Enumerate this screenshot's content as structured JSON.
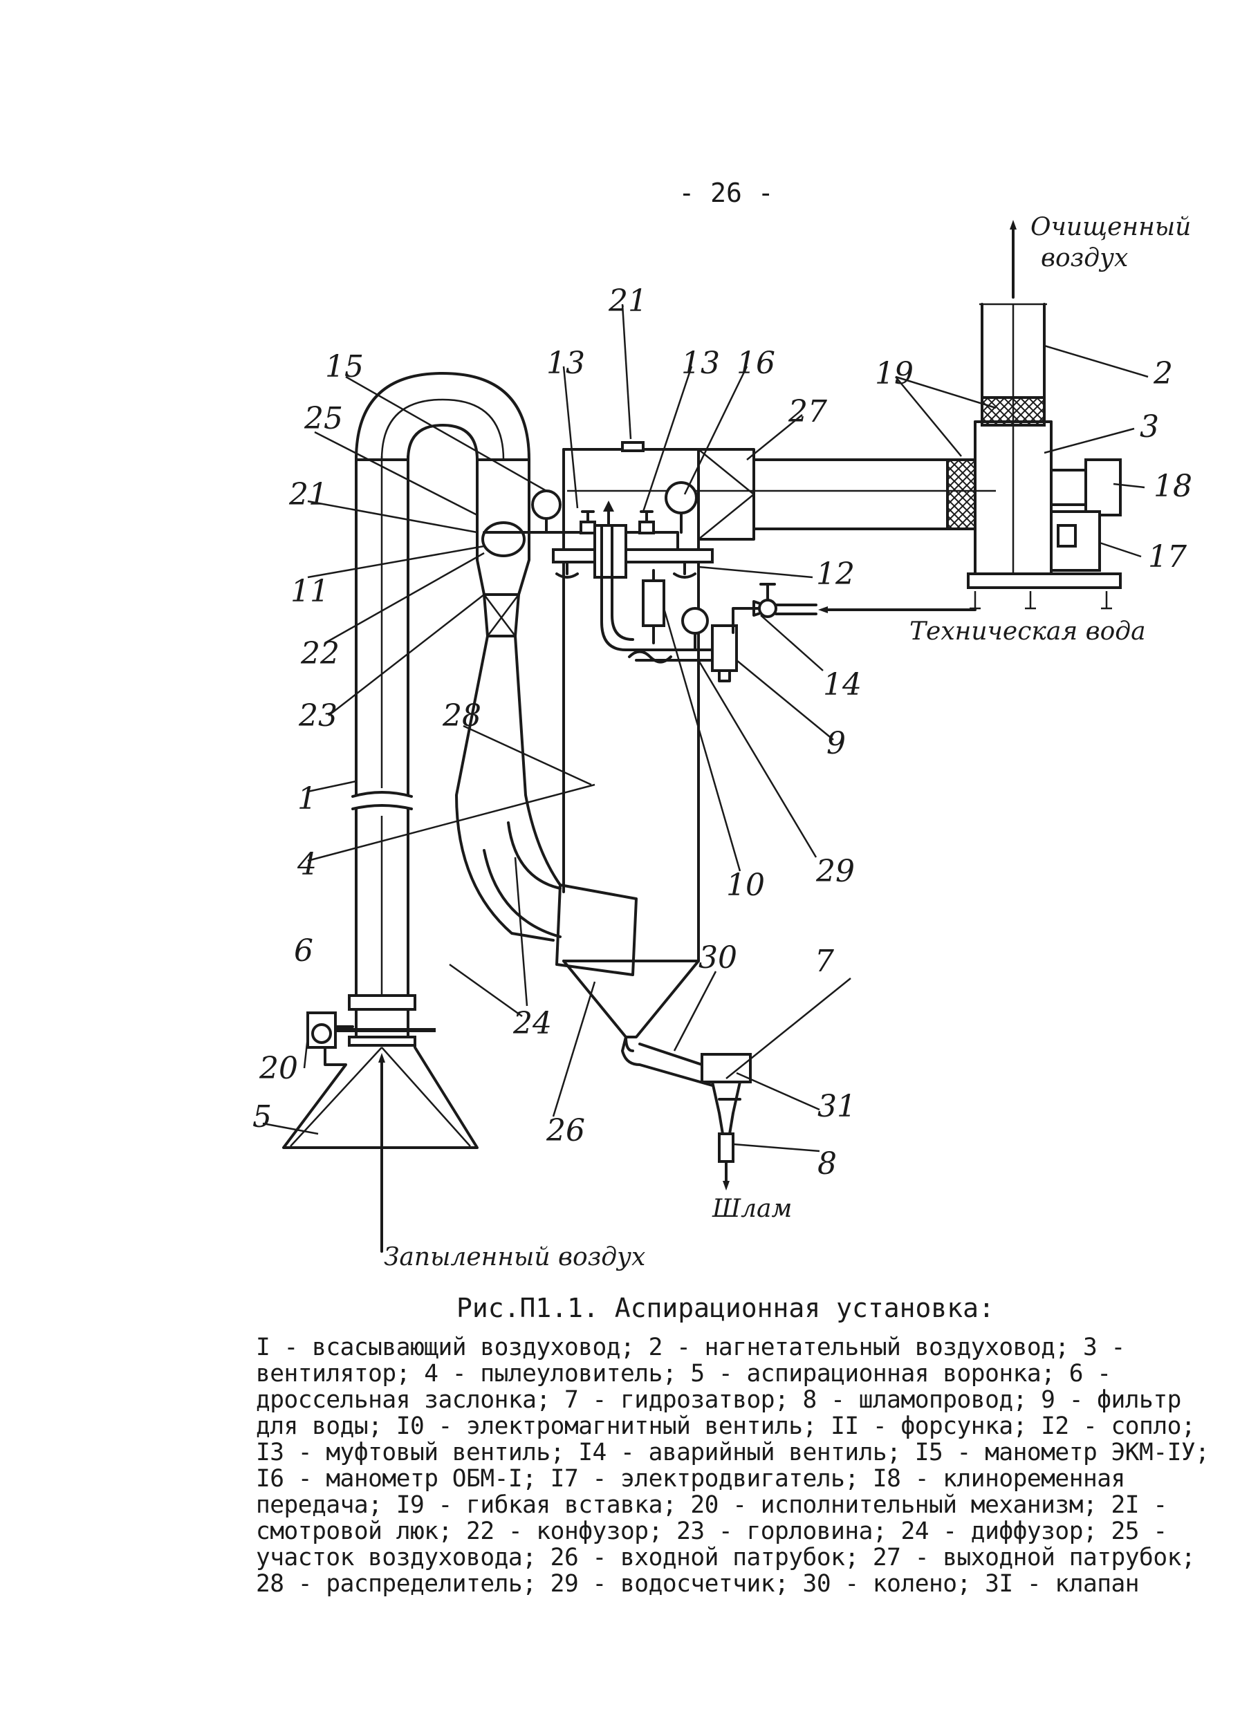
{
  "page_number": "- 26 -",
  "flows": {
    "clean_air_line1": "Очищенный",
    "clean_air_line2": "воздух",
    "tech_water": "Техническая вода",
    "sludge": "Шлам",
    "dusty_air": "Запыленный воздух"
  },
  "labels": {
    "l1": "1",
    "l2": "2",
    "l3": "3",
    "l4": "4",
    "l5": "5",
    "l6": "6",
    "l7": "7",
    "l8": "8",
    "l9": "9",
    "l10": "10",
    "l11": "11",
    "l12": "12",
    "l13a": "13",
    "l13b": "13",
    "l14": "14",
    "l15": "15",
    "l16": "16",
    "l17": "17",
    "l18": "18",
    "l19": "19",
    "l20": "20",
    "l21a": "21",
    "l21b": "21",
    "l22": "22",
    "l23": "23",
    "l24": "24",
    "l25": "25",
    "l26": "26",
    "l27": "27",
    "l28": "28",
    "l29": "29",
    "l30": "30",
    "l31": "31"
  },
  "caption": "Рис.П1.1. Аспирационная установка:",
  "legend": "I - всасывающий воздуховод; 2 - нагнетательный воздуховод; 3 - вентилятор; 4 - пылеуловитель; 5 - аспирационная воронка; 6 - дроссельная заслонка; 7 - гидрозатвор; 8 - шламопровод; 9 - фильтр для воды; I0 - электромагнитный вентиль; II - форсунка; I2 - сопло; I3 - муфтовый вентиль; I4 - аварийный вентиль; I5 - манометр ЭКМ-IУ; I6 - манометр ОБМ-I; I7 - электродвигатель; I8 - клиноременная передача; I9 - гибкая вставка; 20 - исполнительный механизм; 2I - смотровой люк; 22 - конфузор; 23 - горловина; 24 - диффузор; 25 - участок воздуховода; 26 - входной патрубок; 27 - выходной патрубок; 28 - распределитель; 29 - водосчетчик; 30 - колено; 3I - клапан"
}
